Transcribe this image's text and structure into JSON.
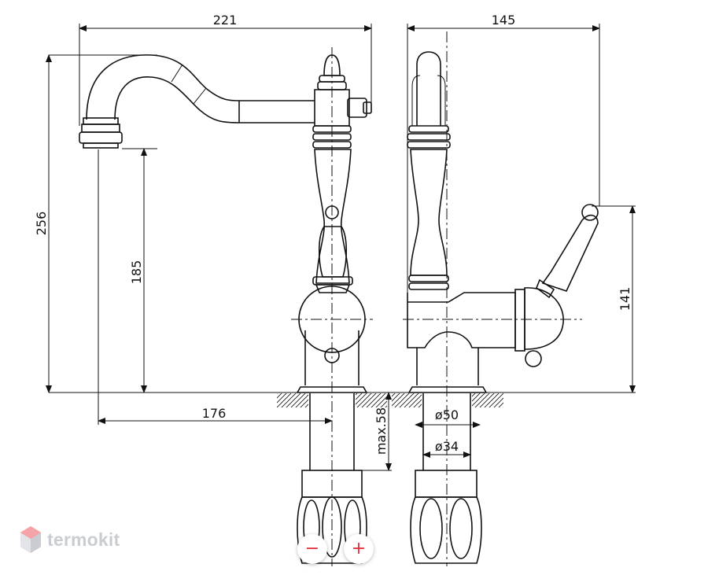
{
  "dimensions": {
    "total_width": "221",
    "side_width": "145",
    "total_height": "256",
    "spout_height": "185",
    "reach": "176",
    "max_thickness": "max.58",
    "diameter_outer": "ø50",
    "diameter_inner": "ø34",
    "handle_height": "141"
  },
  "logo": {
    "text": "termokit",
    "icon": "hexagon-cube-icon"
  },
  "zoom": {
    "out_label": "−",
    "in_label": "+",
    "out_icon": "minus-icon",
    "in_icon": "plus-icon"
  },
  "colors": {
    "line": "#111111",
    "accent": "#e0313c",
    "logo_gray": "#c9ccd1",
    "logo_red": "#f07a80"
  }
}
